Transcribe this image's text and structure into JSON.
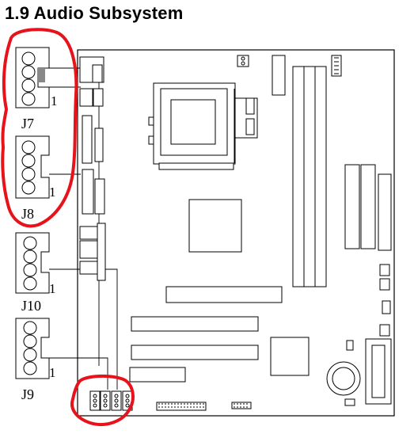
{
  "title": "1.9 Audio Subsystem",
  "connectors": [
    {
      "name": "J7",
      "pin_label": "1"
    },
    {
      "name": "J8",
      "pin_label": "1"
    },
    {
      "name": "J10",
      "pin_label": "1"
    },
    {
      "name": "J9",
      "pin_label": "1"
    }
  ],
  "colors": {
    "line": "#000000",
    "highlight": "#e8121a",
    "shade": "#888888"
  }
}
